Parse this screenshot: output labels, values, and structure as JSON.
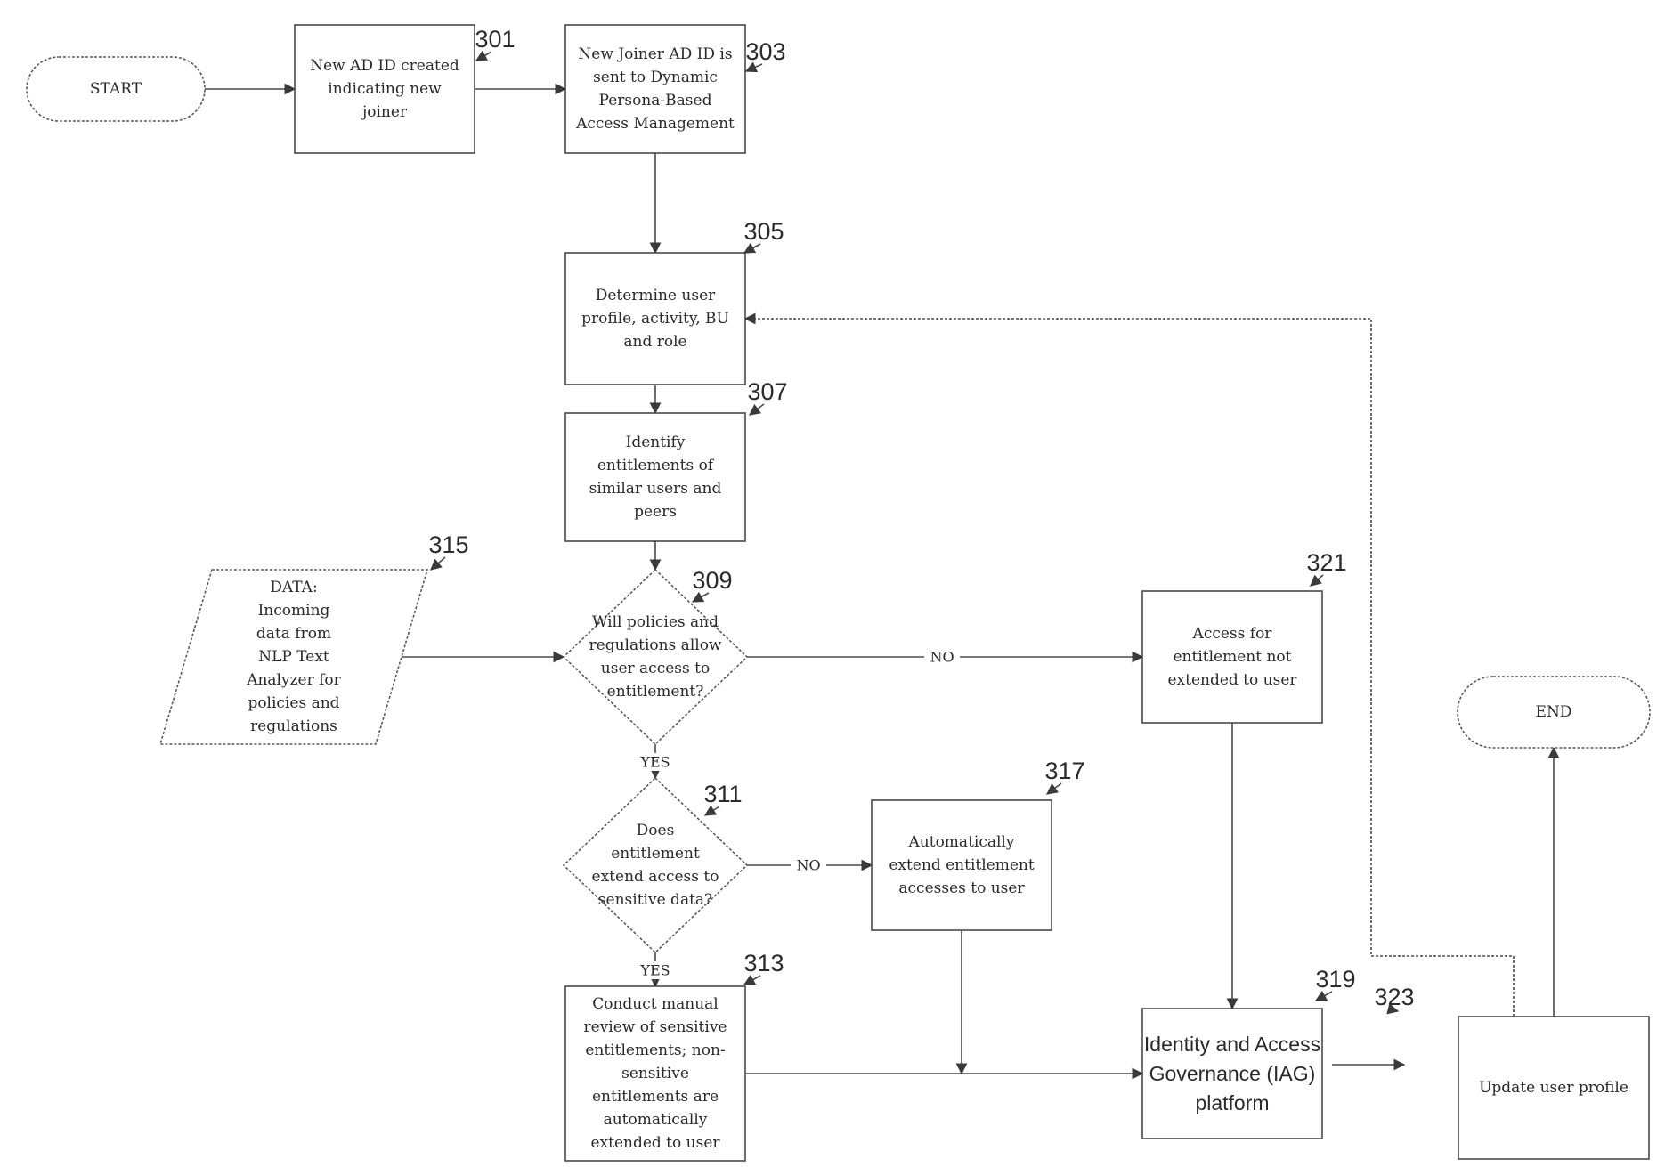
{
  "nodes": [
    {
      "id": "start",
      "shape": "terminal",
      "lines": [
        "START"
      ],
      "ref": ""
    },
    {
      "id": "n301",
      "shape": "process",
      "lines": [
        "New AD  ID created",
        "indicating new",
        "joiner"
      ],
      "ref": "301"
    },
    {
      "id": "n303",
      "shape": "process",
      "lines": [
        "New Joiner AD  ID is",
        "sent to Dynamic",
        "Persona-Based",
        "Access Management"
      ],
      "ref": "303"
    },
    {
      "id": "n305",
      "shape": "process",
      "lines": [
        "Determine user",
        "profile, activity, BU",
        "and role"
      ],
      "ref": "305"
    },
    {
      "id": "n307",
      "shape": "process",
      "lines": [
        "Identify",
        "entitlements of",
        "similar users and",
        "peers"
      ],
      "ref": "307"
    },
    {
      "id": "n315",
      "shape": "data",
      "lines": [
        "DATA:",
        "Incoming",
        "data from",
        "NLP Text",
        "Analyzer for",
        "policies and",
        "regulations"
      ],
      "ref": "315"
    },
    {
      "id": "n309",
      "shape": "decision",
      "lines": [
        "Will policies and",
        "regulations allow",
        "user access to",
        "entitlement?"
      ],
      "ref": "309"
    },
    {
      "id": "n321",
      "shape": "process",
      "lines": [
        "Access for",
        "entitlement not",
        "extended to user"
      ],
      "ref": "321"
    },
    {
      "id": "end",
      "shape": "terminal",
      "lines": [
        "END"
      ],
      "ref": ""
    },
    {
      "id": "n311",
      "shape": "decision",
      "lines": [
        "Does",
        "entitlement",
        "extend access to",
        "sensitive data?"
      ],
      "ref": "311"
    },
    {
      "id": "n317",
      "shape": "process",
      "lines": [
        "Automatically",
        "extend entitlement",
        "accesses to user"
      ],
      "ref": "317"
    },
    {
      "id": "n313",
      "shape": "process",
      "lines": [
        "Conduct manual",
        "review of sensitive",
        "entitlements; non-",
        "sensitive",
        "entitlements are",
        "automatically",
        "extended to user"
      ],
      "ref": "313"
    },
    {
      "id": "n319",
      "shape": "process",
      "lines": [
        "Identity and Access",
        "Governance (IAG)",
        "platform"
      ],
      "ref": "319"
    },
    {
      "id": "n323",
      "shape": "process",
      "lines": [
        "Update user profile"
      ],
      "ref": "323"
    }
  ],
  "edges": [
    {
      "from": "start",
      "to": "n301",
      "label": ""
    },
    {
      "from": "n301",
      "to": "n303",
      "label": ""
    },
    {
      "from": "n303",
      "to": "n305",
      "label": ""
    },
    {
      "from": "n305",
      "to": "n307",
      "label": ""
    },
    {
      "from": "n307",
      "to": "n309",
      "label": ""
    },
    {
      "from": "n315",
      "to": "n309",
      "label": ""
    },
    {
      "from": "n309",
      "to": "n321",
      "label": "NO"
    },
    {
      "from": "n309",
      "to": "n311",
      "label": "YES"
    },
    {
      "from": "n311",
      "to": "n317",
      "label": "NO"
    },
    {
      "from": "n311",
      "to": "n313",
      "label": "YES"
    },
    {
      "from": "n313",
      "to": "n319",
      "label": ""
    },
    {
      "from": "n317",
      "to": "n319",
      "label": ""
    },
    {
      "from": "n321",
      "to": "n319",
      "label": ""
    },
    {
      "from": "n319",
      "to": "n323",
      "label": ""
    },
    {
      "from": "n323",
      "to": "end",
      "label": ""
    },
    {
      "from": "n323",
      "to": "n305",
      "label": ""
    }
  ]
}
